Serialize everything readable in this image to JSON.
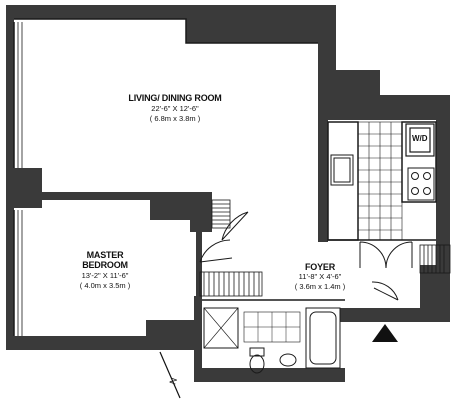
{
  "rooms": {
    "living": {
      "name": "LIVING/ DINING ROOM",
      "dim_imperial": "22'-6\" X 12'-6\"",
      "dim_metric": "( 6.8m x 3.8m )"
    },
    "bedroom": {
      "name_line1": "MASTER",
      "name_line2": "BEDROOM",
      "dim_imperial": "13'-2\" X 11'-6\"",
      "dim_metric": "( 4.0m x 3.5m )"
    },
    "foyer": {
      "name": "FOYER",
      "dim_imperial": "11'-8\" X 4'-6\"",
      "dim_metric": "( 3.6m x 1.4m )"
    }
  },
  "appliances": {
    "washer_dryer": "W/D"
  },
  "compass": {
    "label": "N"
  },
  "colors": {
    "wall": "#3a3a3a",
    "line": "#1a1a1a",
    "background": "#ffffff"
  }
}
